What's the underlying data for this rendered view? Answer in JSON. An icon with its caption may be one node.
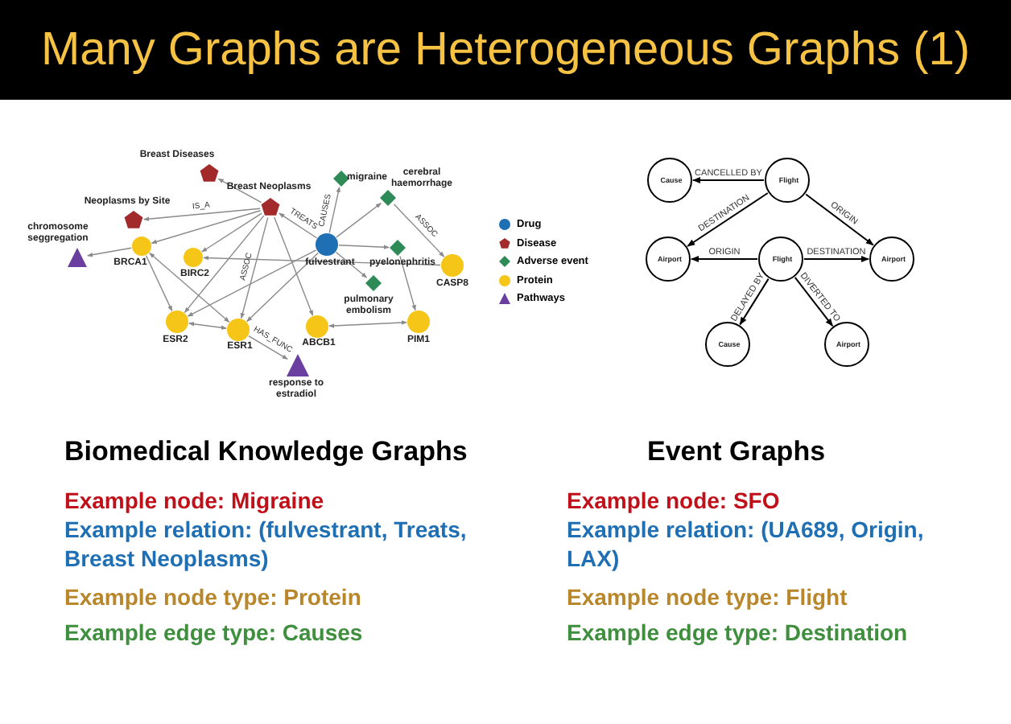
{
  "diagram": {
    "title": "Many Graphs are Heterogeneous Graphs (1)",
    "nodes": [
      {
        "text": [
          "Breast Diseases"
        ]
      },
      {
        "text": [
          "Breast Neoplasms"
        ]
      },
      {
        "text": [
          "Neoplasms by Site"
        ]
      },
      {
        "text": [
          "chromosome seggregation"
        ]
      },
      {
        "text": [
          "BRCA1"
        ]
      },
      {
        "text": [
          "BIRC2"
        ]
      },
      {
        "text": [
          "migraine"
        ]
      },
      {
        "text": [
          "cerebral haemorrhage"
        ]
      },
      {
        "text": [
          "fulvestrant"
        ]
      },
      {
        "text": [
          "pyelonephritis"
        ]
      },
      {
        "text": [
          "CASP8"
        ]
      },
      {
        "text": [
          "pulmonary embolism"
        ]
      },
      {
        "text": [
          "ESR2"
        ]
      },
      {
        "text": [
          "ESR1"
        ]
      },
      {
        "text": [
          "ABCB1"
        ]
      },
      {
        "text": [
          "PIM1"
        ]
      },
      {
        "text": [
          "response to estradiol"
        ]
      },
      {
        "text": [
          "Cause"
        ]
      },
      {
        "text": [
          "Flight"
        ]
      },
      {
        "text": [
          "Airport"
        ]
      },
      {
        "text": [
          "Flight"
        ]
      },
      {
        "text": [
          "Airport"
        ]
      },
      {
        "text": [
          "Cause"
        ]
      },
      {
        "text": [
          "Airport"
        ]
      }
    ],
    "edges": [
      {
        "from": 1,
        "to": 0,
        "arrow": "to"
      },
      {
        "from": 1,
        "to": 2,
        "arrow": "to",
        "label": "IS_A"
      },
      {
        "from": 1,
        "to": 4,
        "arrow": "to"
      },
      {
        "from": 1,
        "to": 5,
        "arrow": "to"
      },
      {
        "from": 1,
        "to": 12,
        "arrow": "to"
      },
      {
        "from": 1,
        "to": 13,
        "arrow": "to",
        "label": "ASSOC"
      },
      {
        "from": 1,
        "to": 14,
        "arrow": "to"
      },
      {
        "from": 8,
        "to": 1,
        "arrow": "to",
        "label": "TREATS"
      },
      {
        "from": 8,
        "to": 6,
        "arrow": "to",
        "label": "CAUSES"
      },
      {
        "from": 8,
        "to": 7,
        "arrow": "to"
      },
      {
        "from": 8,
        "to": 9,
        "arrow": "to"
      },
      {
        "from": 8,
        "to": 11,
        "arrow": "to"
      },
      {
        "from": 8,
        "to": 12,
        "arrow": "to"
      },
      {
        "from": 8,
        "to": 13,
        "arrow": "to"
      },
      {
        "from": 7,
        "to": 10,
        "arrow": "to",
        "label": "ASSOC"
      },
      {
        "from": 10,
        "to": 5,
        "arrow": "to"
      },
      {
        "from": 9,
        "to": 15,
        "arrow": "to"
      },
      {
        "from": 4,
        "to": 3,
        "arrow": "to"
      },
      {
        "from": 4,
        "to": 12,
        "arrow": "to"
      },
      {
        "from": 4,
        "to": 13,
        "arrow": "both"
      },
      {
        "from": 12,
        "to": 13,
        "arrow": "both"
      },
      {
        "from": 13,
        "to": 16,
        "arrow": "to",
        "label": "HAS_FUNC"
      },
      {
        "from": 14,
        "to": 15,
        "arrow": "both"
      },
      {
        "from": 18,
        "to": 17,
        "arrow": "to",
        "label": "CANCELLED BY",
        "color": "#000000"
      },
      {
        "from": 18,
        "to": 19,
        "arrow": "to",
        "label": "DESTINATION",
        "color": "#000000"
      },
      {
        "from": 18,
        "to": 21,
        "arrow": "to",
        "label": "ORIGIN",
        "color": "#000000"
      },
      {
        "from": 20,
        "to": 19,
        "arrow": "to",
        "label": "ORIGIN",
        "color": "#000000"
      },
      {
        "from": 20,
        "to": 21,
        "arrow": "to",
        "label": "DESTINATION",
        "color": "#000000"
      },
      {
        "from": 20,
        "to": 22,
        "arrow": "to",
        "label": "DELAYED BY",
        "color": "#000000"
      },
      {
        "from": 20,
        "to": 23,
        "arrow": "to",
        "label": "DIVERTED TO",
        "color": "#000000"
      }
    ],
    "labels": [
      "Biomedical Knowledge Graphs",
      "Example node: Migraine",
      "Example relation: (fulvestrant, Treats, Breast Neoplasms)",
      "Example node type: Protein",
      "Example edge type: Causes",
      "Event Graphs",
      "Example node: SFO",
      "Example relation: (UA689, Origin, LAX)",
      "Example node type: Flight",
      "Example edge type: Destination"
    ],
    "legend": [
      {
        "text": "Drug",
        "color": "#1f6fb4"
      },
      {
        "text": "Disease",
        "color": "#a32a2a"
      },
      {
        "text": "Adverse event",
        "color": "#2e8b57"
      },
      {
        "text": "Protein",
        "color": "#f5c518"
      },
      {
        "text": "Pathways",
        "color": "#6a3fa0"
      }
    ]
  }
}
